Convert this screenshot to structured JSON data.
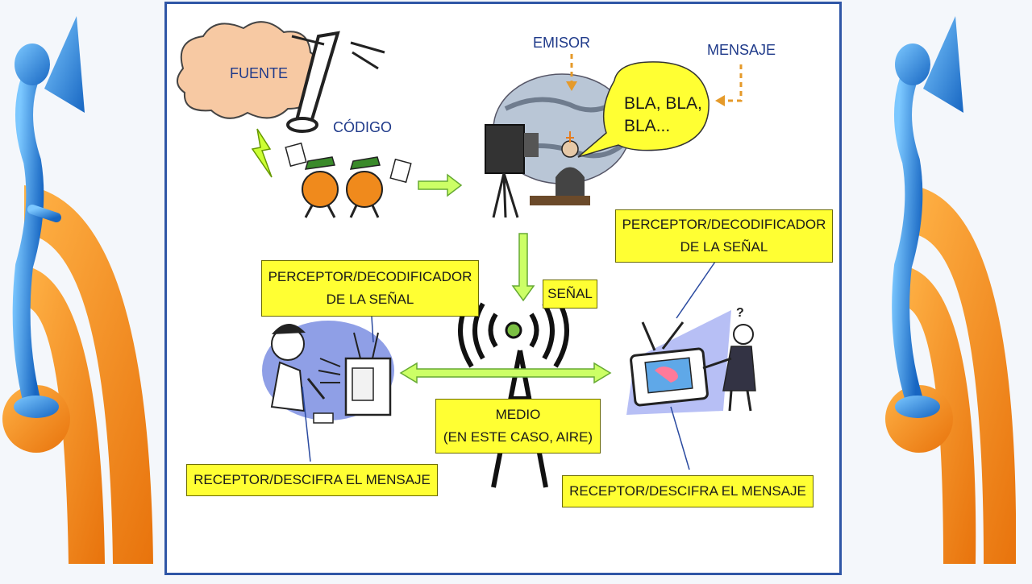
{
  "labels": {
    "fuente": "FUENTE",
    "codigo": "CÓDIGO",
    "emisor": "EMISOR",
    "mensaje": "MENSAJE",
    "senal": "SEÑAL"
  },
  "bubble": {
    "line1": "BLA, BLA,",
    "line2": "BLA..."
  },
  "boxes": {
    "perceptor_left": {
      "line1": "PERCEPTOR/DECODIFICADOR",
      "line2": "DE LA SEÑAL"
    },
    "perceptor_right": {
      "line1": "PERCEPTOR/DECODIFICADOR",
      "line2": "DE LA SEÑAL"
    },
    "medio": {
      "line1": "MEDIO",
      "line2": "(EN ESTE CASO, AIRE)"
    },
    "receptor_left": "RECEPTOR/DESCIFRA EL MENSAJE",
    "receptor_right": "RECEPTOR/DESCIFRA EL MENSAJE"
  },
  "colors": {
    "frame": "#2f56a6",
    "label_text": "#1f3a8a",
    "box_fill": "#ffff33",
    "cloud_fill": "#f7c9a3",
    "arrow_fill": "#ccff66",
    "icon_orange": "#f39a1d",
    "icon_blue": "#2f8fe0"
  },
  "icons": {
    "side_decor": "rss-speaker-icon",
    "source": "cloud-icon",
    "code": "pencil-icon",
    "emitter": "tv-camera-icon",
    "antenna": "broadcast-antenna-icon",
    "receiver": "television-icon"
  }
}
